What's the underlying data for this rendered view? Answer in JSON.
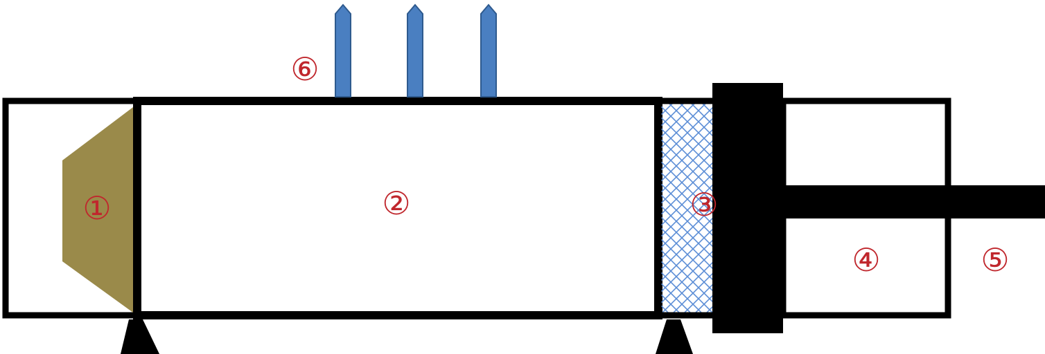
{
  "labels": {
    "part_1": "①",
    "part_2": "②",
    "part_3": "③",
    "part_4": "④",
    "part_5": "⑤",
    "part_6": "⑥"
  },
  "colors": {
    "outline": "#000000",
    "background": "#ffffff",
    "part_1_fill": "#9a8a4a",
    "part_3_mesh": "#5b8dd6",
    "part_6_fill": "#4a7fc1",
    "part_6_stroke": "#2e5a8e",
    "label_text": "#c0272d"
  }
}
